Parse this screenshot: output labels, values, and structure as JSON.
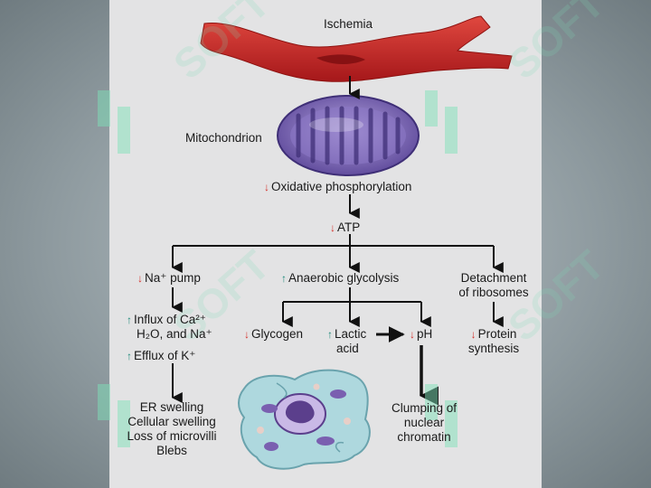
{
  "nodes": {
    "ischemia": "Ischemia",
    "mitochondrion": "Mitochondrion",
    "oxphos": "Oxidative phosphorylation",
    "atp": "ATP",
    "na_pump": "Na⁺ pump",
    "anaerobic": "Anaerobic glycolysis",
    "detachment_1": "Detachment",
    "detachment_2": "of ribosomes",
    "influx_1": "Influx of Ca²⁺",
    "influx_2": "H₂O, and Na⁺",
    "efflux": "Efflux of K⁺",
    "glycogen": "Glycogen",
    "lactic_1": "Lactic",
    "lactic_2": "acid",
    "ph": "pH",
    "protein_1": "Protein",
    "protein_2": "synthesis",
    "er_1": "ER swelling",
    "er_2": "Cellular swelling",
    "er_3": "Loss of microvilli",
    "er_4": "Blebs",
    "clumping_1": "Clumping of",
    "clumping_2": "nuclear",
    "clumping_3": "chromatin"
  },
  "indicators": {
    "decrease": "↓",
    "increase": "↑"
  },
  "watermark": {
    "text": "SOFT"
  },
  "colors": {
    "artery": "#c8231f",
    "mitochondrion": "#6a55a8",
    "cell": "#a9d9e0",
    "nucleus": "#5b3f8c",
    "decrease": "#d4312b",
    "increase": "#1f8a7a",
    "watermark": "#7ee0b8"
  }
}
